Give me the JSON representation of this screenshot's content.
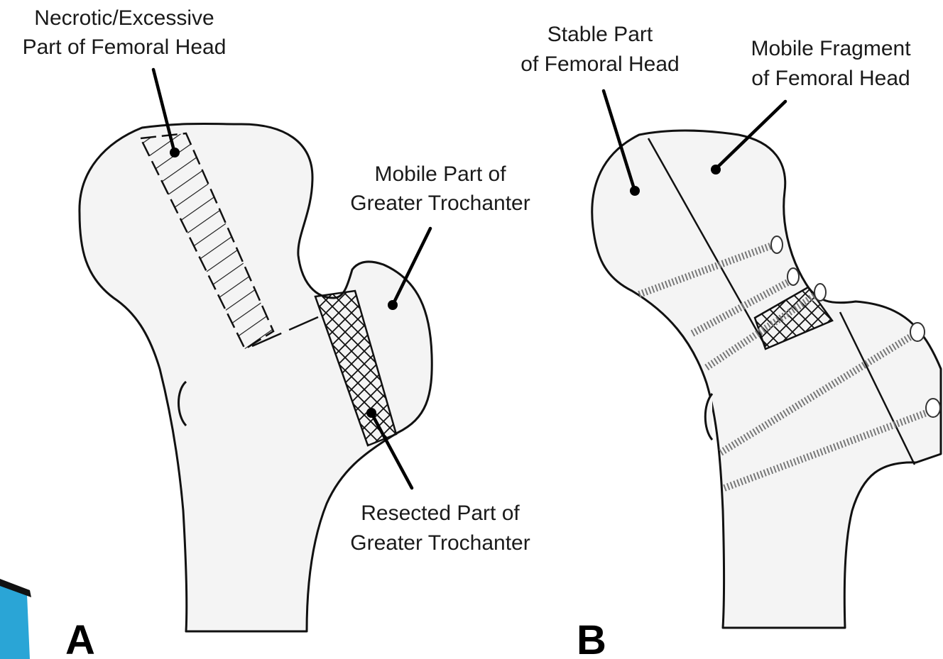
{
  "panel_a": {
    "letter": "A",
    "necrotic_line1": "Necrotic/Excessive",
    "necrotic_line2": "Part of Femoral Head",
    "mobile_troch_line1": "Mobile Part of",
    "mobile_troch_line2": "Greater Trochanter",
    "resected_line1": "Resected Part of",
    "resected_line2": "Greater Trochanter"
  },
  "panel_b": {
    "letter": "B",
    "stable_line1": "Stable Part",
    "stable_line2": "of Femoral Head",
    "mobile_frag_line1": "Mobile Fragment",
    "mobile_frag_line2": "of Femoral Head"
  },
  "colors": {
    "line": "#000000",
    "bone_fill": "#f4f4f4",
    "shading": "#c8c8c8",
    "corner_accent": "#2aa5d6"
  }
}
